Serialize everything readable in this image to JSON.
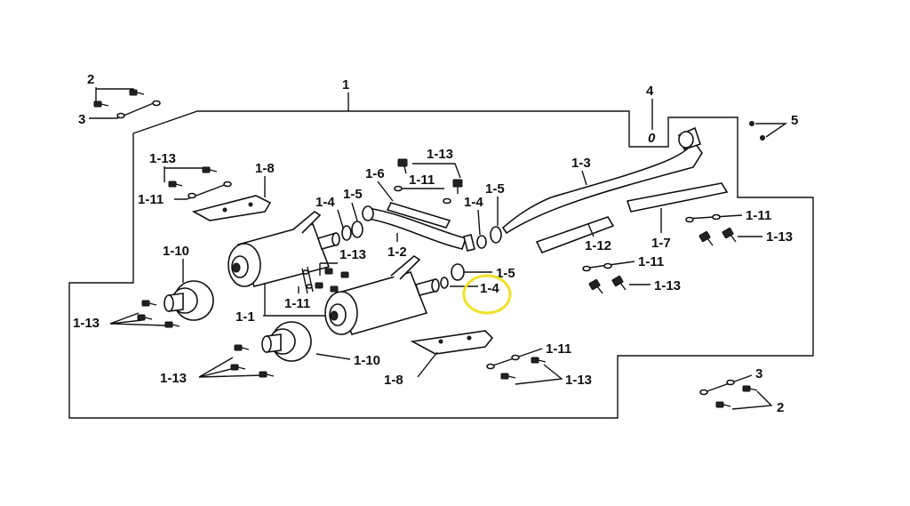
{
  "diagram": {
    "labels": {
      "l1": "1",
      "l2a": "2",
      "l3a": "3",
      "l4": "4",
      "l5": "5",
      "l1_13_top_left": "1-13",
      "l1_8_left": "1-8",
      "l1_11_top_left": "1-11",
      "l1_6": "1-6",
      "l1_13_center": "1-13",
      "l1_11_center_top": "1-11",
      "l1_4_a": "1-4",
      "l1_5_a": "1-5",
      "l1_4_b": "1-4",
      "l1_5_b": "1-5",
      "l1_3": "1-3",
      "l1_2": "1-2",
      "l1_13_mid": "1-13",
      "l1_10_top": "1-10",
      "l1_11_mid": "1-11",
      "l1_1": "1-1",
      "l1_13_left": "1-13",
      "l1_5_c": "1-5",
      "l1_4_highlight": "1-4",
      "l1_12": "1-12",
      "l1_7": "1-7",
      "l1_11_right_top": "1-11",
      "l1_13_right_top": "1-13",
      "l1_11_right_mid": "1-11",
      "l1_13_right_mid": "1-13",
      "l1_10_bottom": "1-10",
      "l1_13_bottom_left": "1-13",
      "l1_8_bottom": "1-8",
      "l1_11_bottom": "1-11",
      "l1_13_bottom": "1-13",
      "l3b": "3",
      "l2b": "2",
      "o_ring": "0"
    },
    "highlight_color": "#f0e12a"
  }
}
